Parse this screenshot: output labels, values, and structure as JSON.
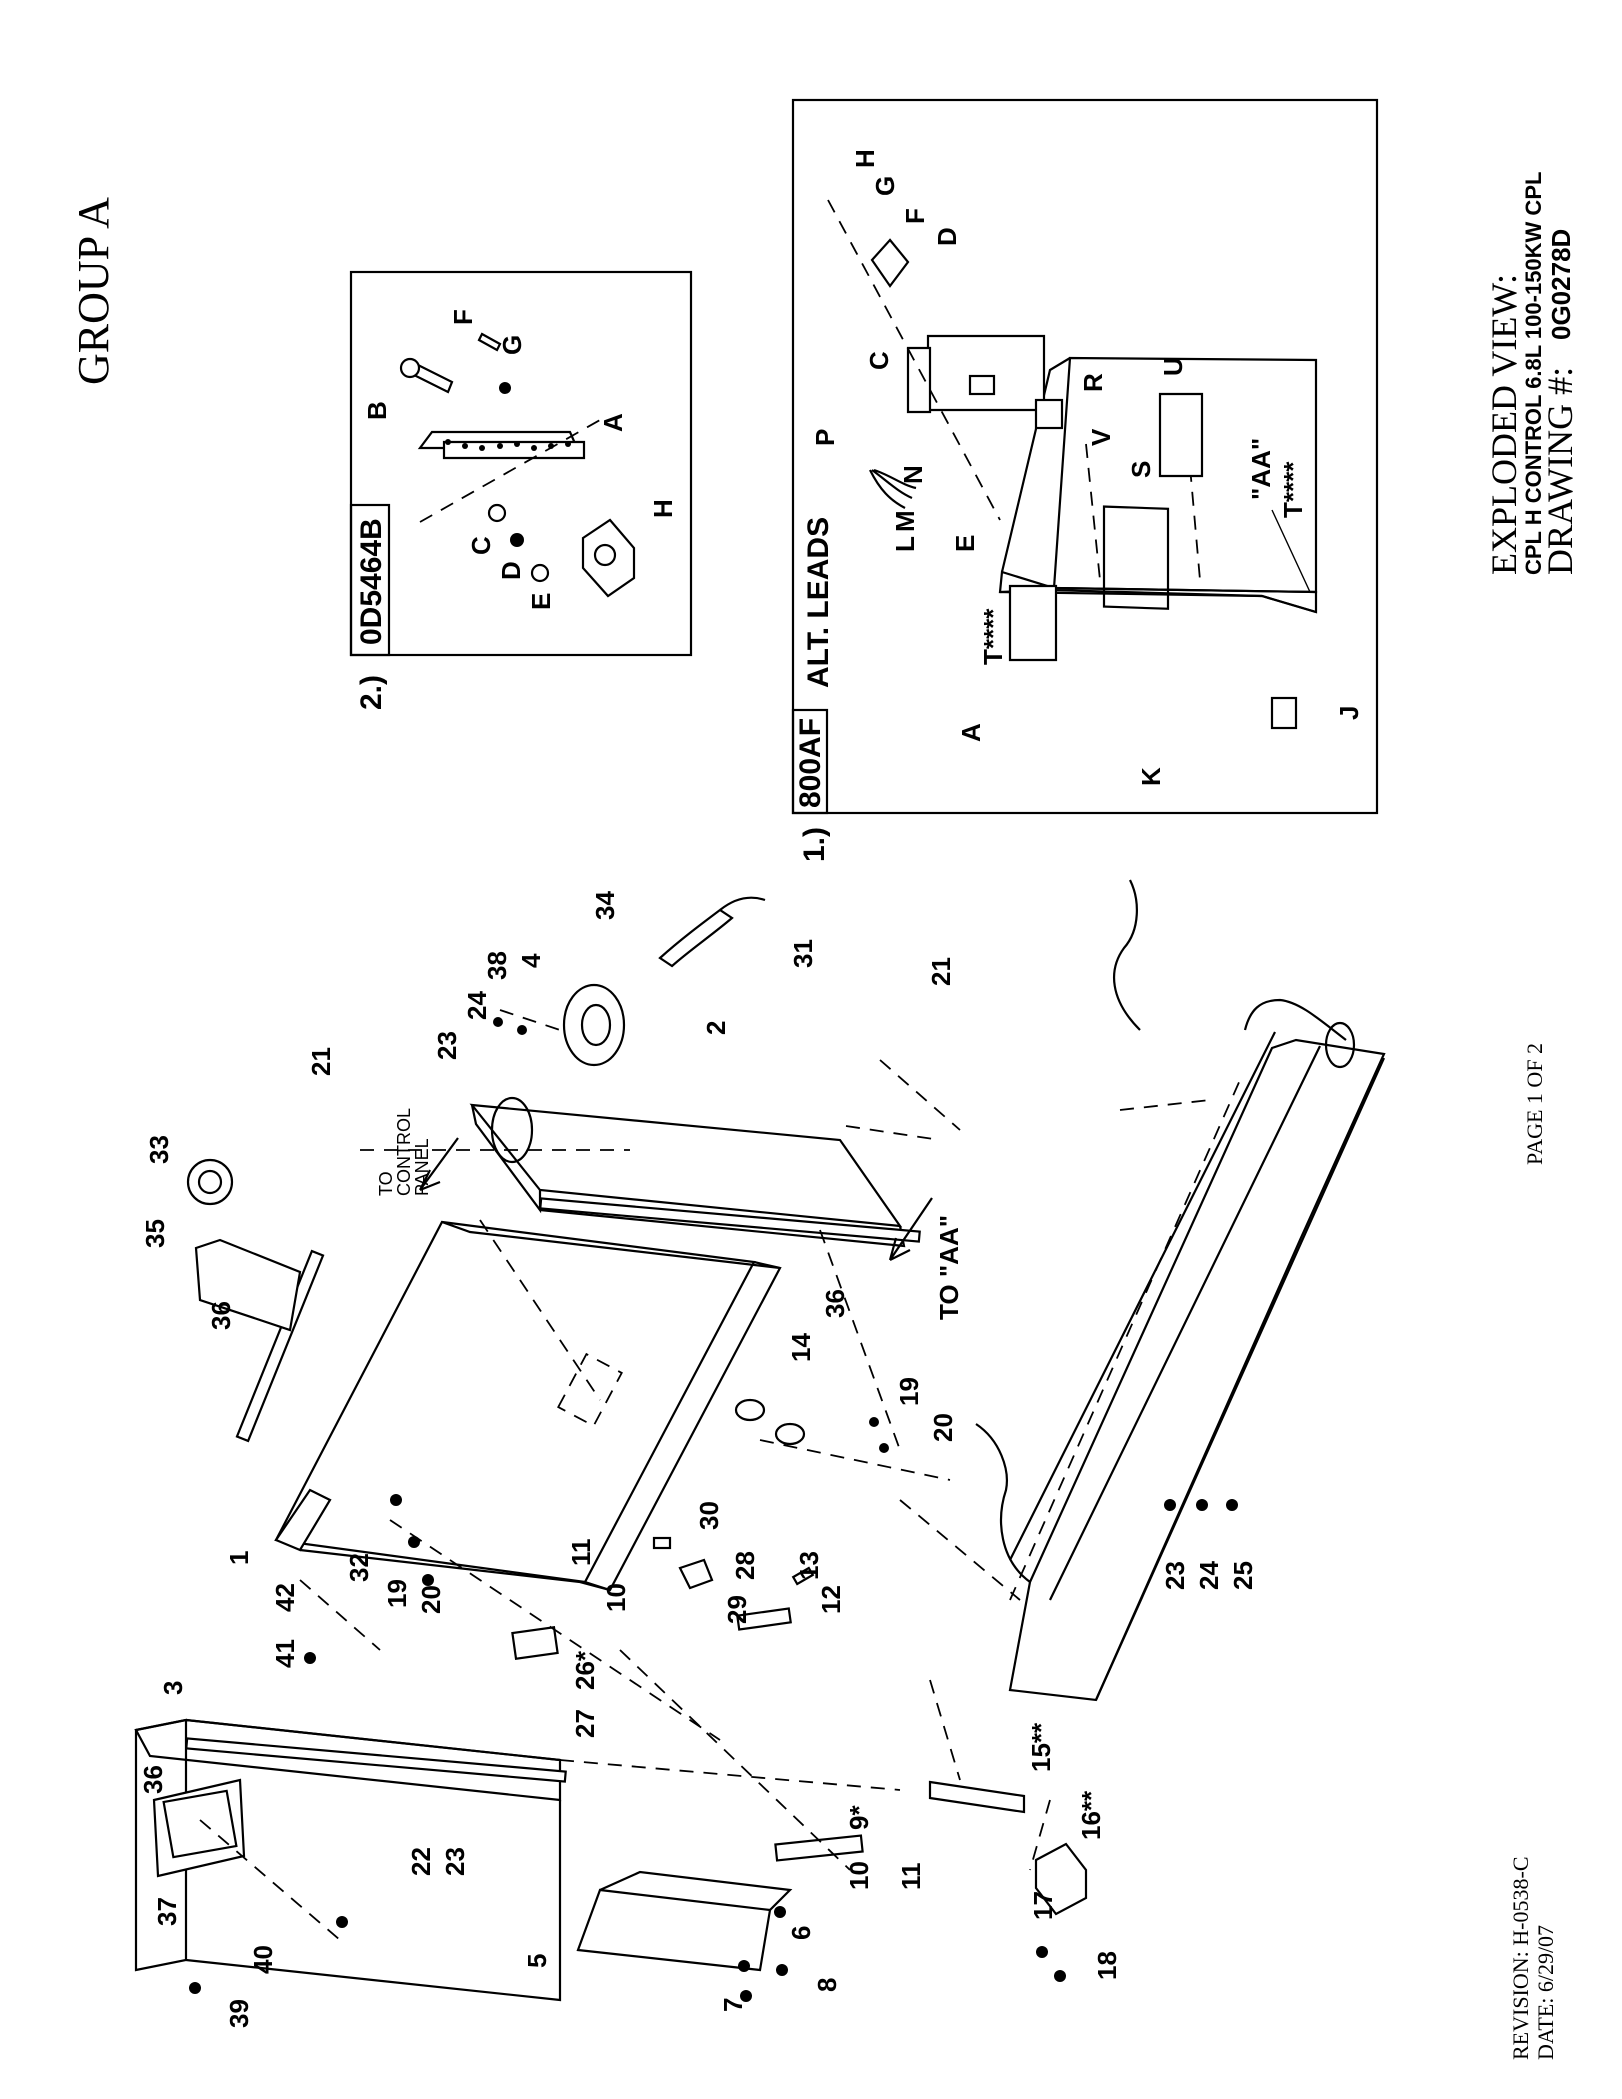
{
  "group_title": "GROUP A",
  "title_block": {
    "line1": "EXPLODED VIEW:",
    "line2": "CPL H CONTROL 6.8L 100-150KW CPL",
    "line3_label": "DRAWING #:",
    "line3_value": "0G0278D"
  },
  "page": "PAGE 1 OF 2",
  "revision": "REVISION: H-0538-C",
  "date": "DATE:  6/29/07",
  "inset_1": {
    "prefix": "1.)",
    "code": "800AF",
    "alt_leads": "ALT. LEADS",
    "aa_tag": "\"AA\"",
    "labels": [
      "A",
      "C",
      "D",
      "E",
      "F",
      "G",
      "H",
      "J",
      "K",
      "L",
      "M",
      "N",
      "P",
      "R",
      "S",
      "T****",
      "T****",
      "U",
      "V"
    ]
  },
  "inset_2": {
    "prefix": "2.)",
    "code": "0D5464B",
    "labels": [
      "A",
      "B",
      "C",
      "D",
      "E",
      "F",
      "G",
      "H"
    ]
  },
  "main_annotations": {
    "to_control_panel_1": "TO",
    "to_control_panel_2": "CONTROL",
    "to_control_panel_3": "PANEL",
    "to_aa": "TO \"AA\""
  },
  "callouts": [
    "1",
    "2",
    "3",
    "4",
    "5",
    "6",
    "7",
    "8",
    "9*",
    "10",
    "10",
    "11",
    "11",
    "12",
    "13",
    "14",
    "15**",
    "16**",
    "17",
    "18",
    "19",
    "19",
    "20",
    "20",
    "21",
    "21",
    "22",
    "23",
    "23",
    "23",
    "24",
    "24",
    "25",
    "26*",
    "27",
    "28",
    "29",
    "30",
    "31",
    "32",
    "33",
    "34",
    "35",
    "36",
    "36",
    "36",
    "37",
    "38",
    "39",
    "40",
    "41",
    "42"
  ]
}
